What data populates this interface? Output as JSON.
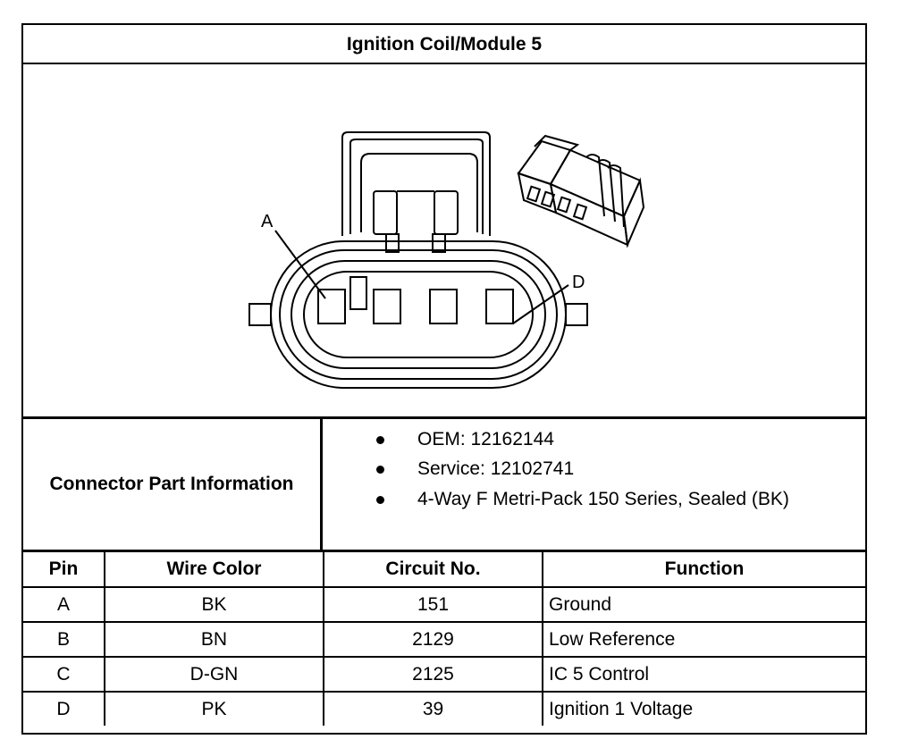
{
  "title": "Ignition Coil/Module 5",
  "figure": {
    "callouts": [
      "A",
      "D"
    ]
  },
  "connector_info": {
    "label": "Connector Part Information",
    "items": [
      "OEM: 12162144",
      "Service: 12102741",
      "4-Way F Metri-Pack 150 Series, Sealed (BK)"
    ]
  },
  "pin_table": {
    "headers": [
      "Pin",
      "Wire Color",
      "Circuit No.",
      "Function"
    ],
    "rows": [
      [
        "A",
        "BK",
        "151",
        "Ground"
      ],
      [
        "B",
        "BN",
        "2129",
        "Low Reference"
      ],
      [
        "C",
        "D-GN",
        "2125",
        "IC 5 Control"
      ],
      [
        "D",
        "PK",
        "39",
        "Ignition 1 Voltage"
      ]
    ]
  }
}
